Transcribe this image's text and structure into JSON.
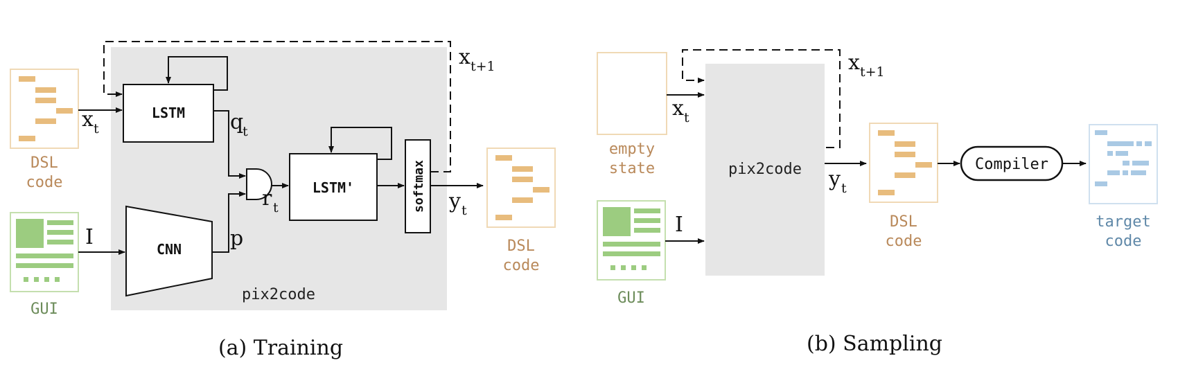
{
  "training": {
    "caption": "(a) Training",
    "dsl_input_label_line1": "DSL",
    "dsl_input_label_line2": "code",
    "gui_label": "GUI",
    "lstm_label": "LSTM",
    "lstm2_label": "LSTM'",
    "cnn_label": "CNN",
    "softmax_label": "softmax",
    "module_label": "pix2code",
    "dsl_output_label_line1": "DSL",
    "dsl_output_label_line2": "code",
    "sym_x": "x",
    "sym_x_sub": "t",
    "sym_xnext": "x",
    "sym_xnext_sub": "t+1",
    "sym_q": "q",
    "sym_q_sub": "t",
    "sym_r": "r",
    "sym_r_sub": "t",
    "sym_p": "p",
    "sym_I": "I",
    "sym_y": "y",
    "sym_y_sub": "t"
  },
  "sampling": {
    "caption": "(b) Sampling",
    "empty_label_line1": "empty",
    "empty_label_line2": "state",
    "gui_label": "GUI",
    "module_label": "pix2code",
    "dsl_label_line1": "DSL",
    "dsl_label_line2": "code",
    "compiler_label": "Compiler",
    "target_label_line1": "target",
    "target_label_line2": "code",
    "sym_x": "x",
    "sym_x_sub": "t",
    "sym_xnext": "x",
    "sym_xnext_sub": "t+1",
    "sym_I": "I",
    "sym_y": "y",
    "sym_y_sub": "t"
  },
  "colors": {
    "module_fill": "#e6e6e6",
    "dsl_border": "#f0d9b5",
    "dsl_line": "#e8bc7d",
    "dsl_text": "#b9895a",
    "gui_border": "#c4dfae",
    "gui_fill": "#9ccc80",
    "gui_text": "#6c8c5a",
    "target_border": "#cfe0ef",
    "target_line": "#a9c9e4",
    "target_text": "#5f88a8"
  }
}
